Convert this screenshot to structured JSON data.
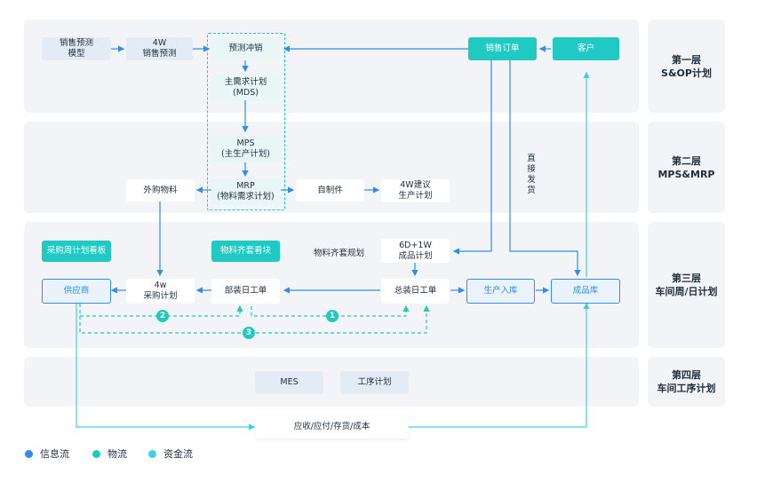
{
  "layers": [
    {
      "line1": "第一层",
      "line2": "S&OP计划"
    },
    {
      "line1": "第二层",
      "line2": "MPS&MRP"
    },
    {
      "line1": "第三层",
      "line2": "车间周/日计划"
    },
    {
      "line1": "第四层",
      "line2": "车间工序计划"
    }
  ],
  "nodes": {
    "sales_forecast_model": {
      "line1": "销售预测",
      "line2": "模型"
    },
    "forecast_4w": {
      "line1": "4W",
      "line2": "销售预测"
    },
    "forecast_offset": {
      "line1": "预测冲销"
    },
    "mds": {
      "line1": "主需求计划",
      "line2": "(MDS)"
    },
    "mps": {
      "line1": "MPS",
      "line2": "(主生产计划)"
    },
    "mrp": {
      "line1": "MRP",
      "line2": "(物料需求计划)"
    },
    "sales_order": {
      "line1": "销售订单"
    },
    "customer": {
      "line1": "客户"
    },
    "outsourced_material": {
      "line1": "外购物料"
    },
    "self_made": {
      "line1": "自制件"
    },
    "suggest_4w": {
      "line1": "4W建议",
      "line2": "生产计划"
    },
    "purchase_board": {
      "line1": "采购周计划看板"
    },
    "kit_board": {
      "line1": "物料齐套看块"
    },
    "kit_planning": {
      "line1": "物料齐套规划"
    },
    "finished_6d1w": {
      "line1": "6D+1W",
      "line2": "成品计划"
    },
    "supplier": {
      "line1": "供应商"
    },
    "purchase_4w": {
      "line1": "4w",
      "line2": "采购计划"
    },
    "sub_assembly": {
      "line1": "部装日工单"
    },
    "final_assembly": {
      "line1": "总装日工单"
    },
    "production_in": {
      "line1": "生产入库"
    },
    "finished_store": {
      "line1": "成品库"
    },
    "mes": {
      "line1": "MES"
    },
    "process_plan": {
      "line1": "工序计划"
    },
    "finance": {
      "line1": "应收/应付/存货/成本"
    }
  },
  "direct_ship": "直接发货",
  "steps": [
    "1",
    "2",
    "3"
  ],
  "legend": [
    {
      "label": "信息流",
      "color": "#2f8ee8"
    },
    {
      "label": "物流",
      "color": "#20c9c1"
    },
    {
      "label": "资金流",
      "color": "#3fd0e8"
    }
  ],
  "colors": {
    "info": "#2f8ee8",
    "logistics": "#20c9c1",
    "money": "#3fd0e8"
  }
}
